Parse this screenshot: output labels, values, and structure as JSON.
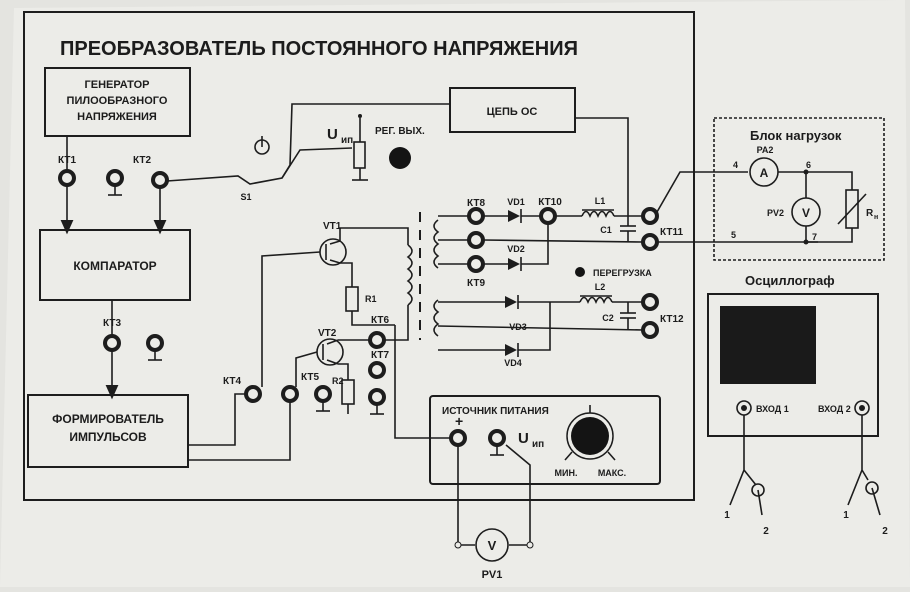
{
  "title": "ПРЕОБРАЗОВАТЕЛЬ ПОСТОЯННОГО НАПРЯЖЕНИЯ",
  "blocks": {
    "generator": [
      "ГЕНЕРАТОР",
      "ПИЛООБРАЗНОГО",
      "НАПРЯЖЕНИЯ"
    ],
    "comparator": "КОМПАРАТОР",
    "shaper": [
      "ФОРМИРОВАТЕЛЬ",
      "ИМПУЛЬСОВ"
    ],
    "feedback": "ЦЕПЬ ОС",
    "power_supply": "ИСТОЧНИК ПИТАНИЯ",
    "load_block": "Блок нагрузок",
    "oscilloscope": "Осциллограф"
  },
  "labels": {
    "uip": "U",
    "uip_sub": "ип",
    "reg_out": "РЕГ. ВЫХ.",
    "overload": "ПЕРЕГРУЗКА",
    "min": "МИН.",
    "max": "МАКС.",
    "plus": "+",
    "input1": "ВХОД 1",
    "input2": "ВХОД 2"
  },
  "points": {
    "kt1": "КТ1",
    "kt2": "КТ2",
    "kt3": "КТ3",
    "kt4": "КТ4",
    "kt5": "КТ5",
    "kt6": "КТ6",
    "kt7": "КТ7",
    "kt8": "КТ8",
    "kt9": "КТ9",
    "kt10": "КТ10",
    "kt11": "КТ11",
    "kt12": "КТ12"
  },
  "components": {
    "s1": "S1",
    "vt1": "VT1",
    "vt2": "VT2",
    "r1": "R1",
    "r2": "R2",
    "vd1": "VD1",
    "vd2": "VD2",
    "vd3": "VD3",
    "vd4": "VD4",
    "l1": "L1",
    "l2": "L2",
    "c1": "C1",
    "c2": "C2",
    "pa2": "PA2",
    "pv2": "PV2",
    "rn": "R",
    "rn_sub": "н",
    "pv1": "PV1",
    "meter_a": "A",
    "meter_v": "V"
  },
  "nodes": {
    "n4": "4",
    "n5": "5",
    "n6": "6",
    "n7": "7"
  },
  "probes": {
    "p1a": "1",
    "p1b": "2",
    "p2a": "1",
    "p2b": "2"
  },
  "colors": {
    "paper": "#ecece8",
    "ink": "#1d1d1d",
    "screen": "#1a1a1a",
    "background": "#e4e4e0"
  }
}
